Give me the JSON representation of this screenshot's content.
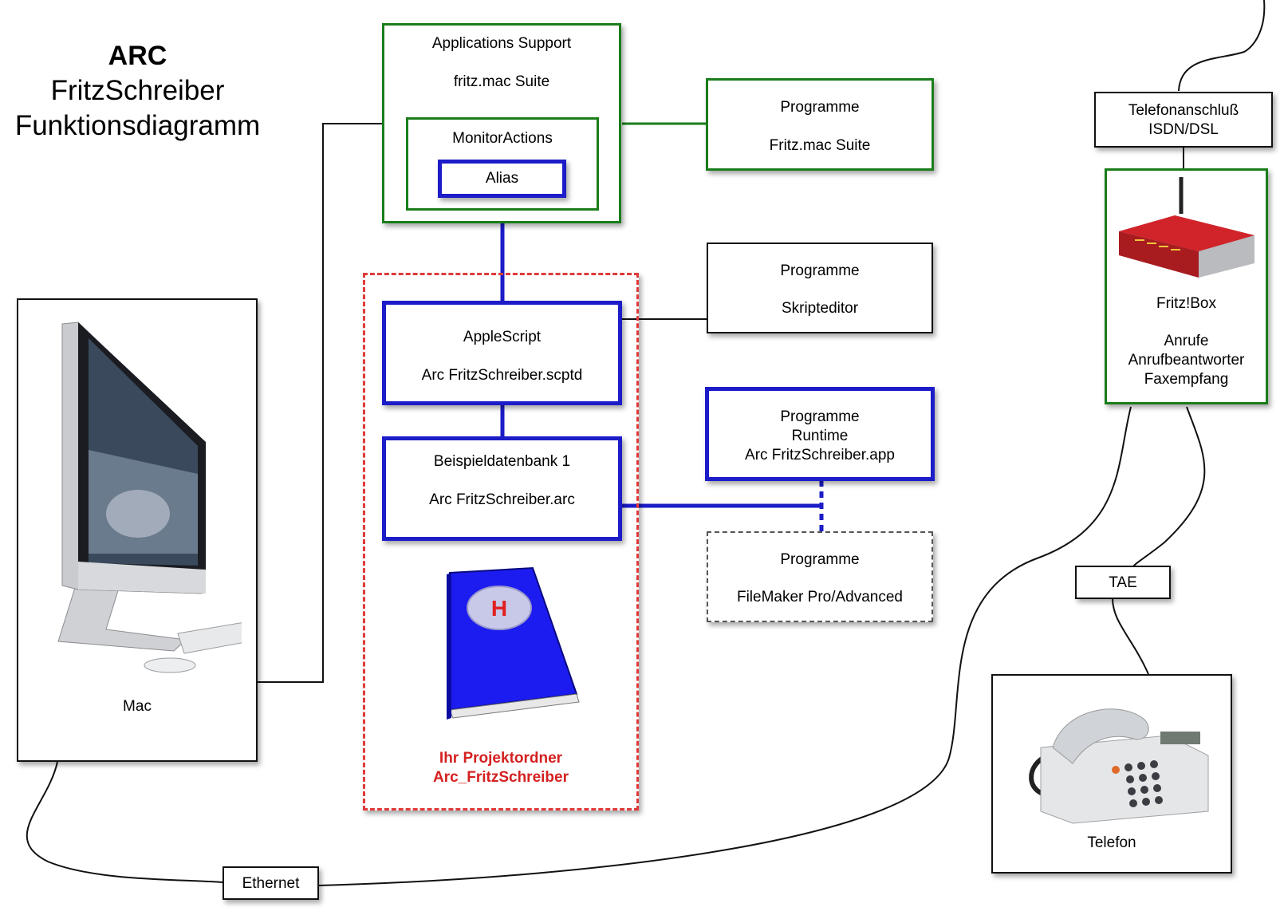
{
  "title": {
    "line1": "ARC",
    "line2": "FritzSchreiber",
    "line3": "Funktionsdiagramm"
  },
  "nodes": {
    "app_support": {
      "label1": "Applications Support",
      "label2": "fritz.mac Suite"
    },
    "monitor_actions": {
      "label": "MonitorActions"
    },
    "alias": {
      "label": "Alias"
    },
    "prog_fritzmac": {
      "label1": "Programme",
      "label2": "Fritz.mac Suite"
    },
    "prog_skript": {
      "label1": "Programme",
      "label2": "Skripteditor"
    },
    "applescript": {
      "label1": "AppleScript",
      "label2": "Arc FritzSchreiber.scptd"
    },
    "beispiel": {
      "label1": "Beispieldatenbank 1",
      "label2": "Arc FritzSchreiber.arc"
    },
    "prog_runtime": {
      "label1": "Programme",
      "label2": "Runtime",
      "label3": "Arc FritzSchreiber.app"
    },
    "prog_filemaker": {
      "label1": "Programme",
      "label2": "FileMaker Pro/Advanced"
    },
    "projektordner": {
      "label1": "Ihr Projektordner",
      "label2": "Arc_FritzSchreiber",
      "book_letter": "H"
    },
    "mac": {
      "label": "Mac"
    },
    "telefonanschluss": {
      "label1": "Telefonanschluß",
      "label2": "ISDN/DSL"
    },
    "fritzbox": {
      "label1": "Fritz!Box",
      "label2": "Anrufe",
      "label3": "Anrufbeantworter",
      "label4": "Faxempfang"
    },
    "tae": {
      "label": "TAE"
    },
    "telefon": {
      "label": "Telefon"
    },
    "ethernet": {
      "label": "Ethernet"
    }
  },
  "colors": {
    "green": "#1a7d1a",
    "blue": "#1c1cc8",
    "red": "#e03a3a",
    "black": "#111111"
  }
}
